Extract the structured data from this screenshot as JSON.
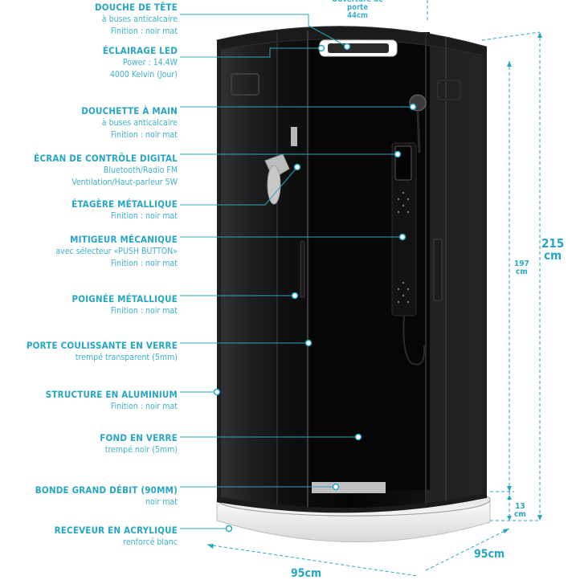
{
  "top_note": [
    "Ouverture de porte",
    "44cm"
  ],
  "callouts": [
    {
      "title": "DOUCHE DE TÊTE",
      "lines": [
        "à buses anticalcaire",
        "Finition : noir mat"
      ]
    },
    {
      "title": "ÉCLAIRAGE LED",
      "lines": [
        "Power : 14,4W",
        "4000 Kelvin (Jour)"
      ]
    },
    {
      "title": "DOUCHETTE À MAIN",
      "lines": [
        "à buses anticalcaire",
        "Finition : noir mat"
      ]
    },
    {
      "title": "ÉCRAN DE CONTRÔLE DIGITAL",
      "lines": [
        "Bluetooth/Radio FM",
        "Ventilation/Haut-parleur 5W"
      ]
    },
    {
      "title": "ÉTAGÈRE MÉTALLIQUE",
      "lines": [
        "Finition : noir mat"
      ]
    },
    {
      "title": "MITIGEUR MÉCANIQUE",
      "lines": [
        "avec sélecteur «PUSH BUTTON»",
        "Finition : noir mat"
      ]
    },
    {
      "title": "POIGNÉE MÉTALLIQUE",
      "lines": [
        "Finition : noir mat"
      ]
    },
    {
      "title": "PORTE COULISSANTE EN VERRE",
      "lines": [
        "trempé transparent (5mm)"
      ]
    },
    {
      "title": "STRUCTURE EN ALUMINIUM",
      "lines": [
        "Finition : noir mat"
      ]
    },
    {
      "title": "FOND EN VERRE",
      "lines": [
        "trempé noir (5mm)"
      ]
    },
    {
      "title": "BONDE GRAND DÉBIT (90MM)",
      "lines": [
        "noir mat"
      ]
    },
    {
      "title": "RECEVEUR EN ACRYLIQUE",
      "lines": [
        "renforcé blanc"
      ]
    }
  ],
  "dimensions": {
    "total_height": {
      "value": "215",
      "unit": "cm"
    },
    "cabin_height": {
      "value": "197",
      "unit": "cm"
    },
    "tray_height": {
      "value": "13",
      "unit": "cm"
    },
    "depth": {
      "value": "95cm"
    },
    "width": {
      "value": "95cm"
    }
  },
  "colors": {
    "accent": "#26a6c4",
    "frame": "#1b1b1b",
    "glass": "#0b0b0c",
    "tray": "#f1f1f1"
  }
}
